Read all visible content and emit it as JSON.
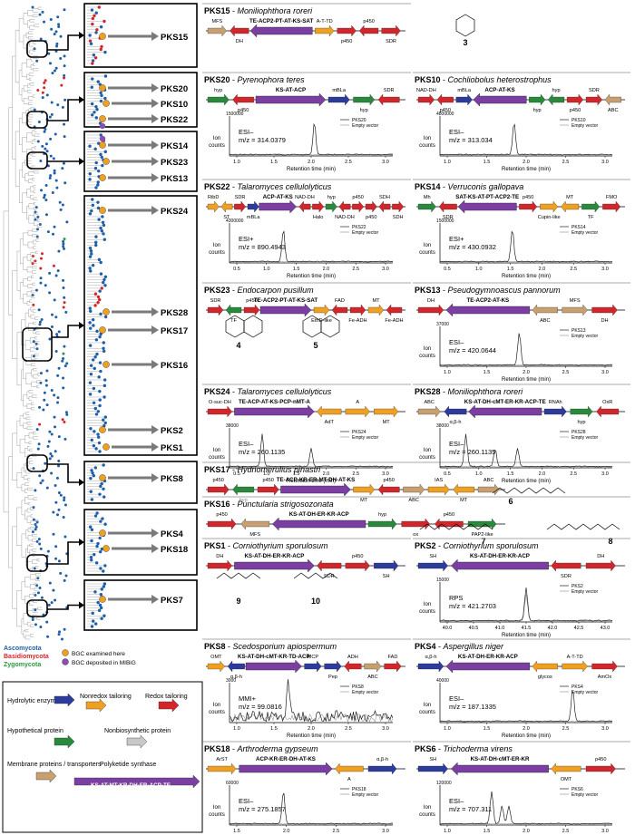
{
  "colors": {
    "hydrolytic": "#2c3b9c",
    "nonredox": "#f0a020",
    "redox": "#d3262b",
    "hypothetical": "#2a8a3c",
    "nonbiosynthetic": "#c8c8c8",
    "membrane": "#c8a070",
    "pks": "#7a3fa0",
    "ascomycota": "#1f5fa8",
    "basidiomycota": "#d3262b",
    "zygomycota": "#2a9a3c",
    "bgc_here": "#f0a020",
    "bgc_mibig": "#8a4fb0",
    "trace_sample": "#222222",
    "trace_empty": "#9a9a9a"
  },
  "tree": {
    "phyla": [
      "Ascomycota",
      "Basidiomycota",
      "Zygomycota"
    ],
    "markers": [
      {
        "label": "BGC examined here",
        "icon": "orange-circle"
      },
      {
        "label": "BGC deposited in MIBiG",
        "icon": "purple-circle"
      }
    ],
    "insets": [
      {
        "labels": [
          "PKS15"
        ]
      },
      {
        "labels": [
          "PKS20",
          "PKS10",
          "PKS22"
        ]
      },
      {
        "labels": [
          "PKS14",
          "PKS23",
          "PKS13"
        ]
      },
      {
        "labels": [
          "PKS24",
          "PKS28",
          "PKS17",
          "PKS16",
          "PKS2",
          "PKS1"
        ]
      },
      {
        "labels": [
          "PKS8"
        ]
      },
      {
        "labels": [
          "PKS4",
          "PKS18"
        ]
      },
      {
        "labels": [
          "PKS7"
        ]
      }
    ]
  },
  "legend": {
    "items": [
      {
        "label": "Hydrolytic enzyme",
        "color": "hydrolytic"
      },
      {
        "label": "Nonredox tailoring",
        "color": "nonredox"
      },
      {
        "label": "Redox tailoring",
        "color": "redox"
      },
      {
        "label": "Hypothetical protein",
        "color": "hypothetical"
      },
      {
        "label": "Nonbiosynthetic protein",
        "color": "nonbiosynthetic"
      },
      {
        "label": "Membrane proteins / transporters",
        "color": "membrane"
      },
      {
        "label": "Polyketide synthase",
        "color": "pks",
        "domains": "KS-AT-MT-KR-DH-ER-ACP-TE"
      }
    ]
  },
  "chromatogram_legend": {
    "empty": "Empty vector"
  },
  "panels": [
    {
      "id": "PKS15",
      "species": "Moniliophthora roreri",
      "domain": "TE-ACP2-PT-AT-KS-SAT",
      "genes": [
        "MFS",
        "DH",
        "A-T-TD",
        "p450",
        "p450",
        "SDR"
      ],
      "compound": "3"
    },
    {
      "id": "PKS20",
      "species": "Pyrenophora teres",
      "domain": "KS-AT-ACP",
      "genes": [
        "hyp",
        "p450",
        "mBLa",
        "hyp",
        "SDR"
      ],
      "ion": "ESI–",
      "mz": "m/z = 314.0379",
      "ymax": "1500000",
      "xticks": [
        "1.0",
        "1.5",
        "2.0",
        "2.5",
        "3.0"
      ]
    },
    {
      "id": "PKS10",
      "species": "Cochliobolus heterostrophus",
      "domain": "ACP-AT-KS",
      "genes": [
        "NAD-DH",
        "p450",
        "mBLa",
        "hyp",
        "hyp",
        "p450",
        "SDR",
        "ABC"
      ],
      "ion": "ESI–",
      "mz": "m/z = 313.034",
      "ymax": "4800000",
      "xticks": [
        "1.0",
        "1.5",
        "2.0",
        "2.5",
        "3.0"
      ]
    },
    {
      "id": "PKS22",
      "species": "Talaromyces cellulolyticus",
      "domain": "ACP-AT-KS",
      "genes": [
        "RibD",
        "ST",
        "SDR",
        "mBLa",
        "NAD-DH",
        "Halo",
        "hyp",
        "NAD-DH",
        "p450",
        "p450",
        "SDH",
        "SDH"
      ],
      "ion": "ESI+",
      "mz": "m/z = 890.4943",
      "ymax": "4300000",
      "xticks": [
        "0.5",
        "1.0",
        "1.5",
        "2.0",
        "2.5",
        "3.0"
      ]
    },
    {
      "id": "PKS14",
      "species": "Verruconis gallopava",
      "domain": "SAT-KS-AT-PT-ACP2-TE",
      "genes": [
        "Mh",
        "SDR",
        "p450",
        "Cupin-like",
        "MT",
        "TF",
        "FMO"
      ],
      "ion": "ESI+",
      "mz": "m/z = 430.0932",
      "ymax": "1500000",
      "xticks": [
        "0.5",
        "1.0",
        "1.5",
        "2.0",
        "2.5",
        "3.0"
      ]
    },
    {
      "id": "PKS23",
      "species": "Endocarpon pusillum",
      "domain": "TE-ACP2-PT-AT-KS-SAT",
      "genes": [
        "SDR",
        "TF",
        "p450",
        "EthD-like",
        "FAD",
        "Fe-ADH",
        "MT",
        "Fe-ADH"
      ],
      "compounds": [
        "4",
        "5"
      ]
    },
    {
      "id": "PKS13",
      "species": "Pseudogymnoascus pannorum",
      "domain": "TE-ACP2-AT-KS",
      "genes": [
        "DH",
        "ABC",
        "MFS",
        "DH"
      ],
      "ion": "ESI–",
      "mz": "m/z = 420.0644",
      "ymax": "37000",
      "xticks": [
        "1.0",
        "1.5",
        "2.0",
        "2.5",
        "3.0"
      ]
    },
    {
      "id": "PKS24",
      "species": "Talaromyces cellulolyticus",
      "domain": "TE-ACP-AT-KS-PCP-nMT-A",
      "genes": [
        "O-suc-DH",
        "AdT",
        "A",
        "MT"
      ],
      "ion": "ESI–",
      "mz": "m/z = 260.1135",
      "ymax": "38000",
      "xticks": [
        "0.5",
        "1.0",
        "1.5",
        "2.0",
        "2.5",
        "3.0"
      ]
    },
    {
      "id": "PKS28",
      "species": "Moniliophthora roreri",
      "domain": "KS-AT-DH-cMT-ER-KR-ACP-TE",
      "genes": [
        "ABC",
        "α,β-h",
        "RNAh",
        "hyp",
        "OxR"
      ],
      "ion": "ESI–",
      "mz": "m/z = 260.1135",
      "ymax": "38000",
      "xticks": [
        "0.5",
        "1.0",
        "1.5",
        "2.0",
        "2.5",
        "3.0"
      ]
    },
    {
      "id": "PKS17",
      "species": "Hydnomerulius pinastri",
      "domain": "TE-ACP-KR-ER-MT-DH-AT-KS",
      "genes": [
        "p450",
        "hyp",
        "p450",
        "MT",
        "p450",
        "ABC",
        "IAS",
        "MT",
        "ABC"
      ],
      "compound": "6"
    },
    {
      "id": "PKS16",
      "species": "Punctularia strigosozonata",
      "domain": "KS-AT-DH-ER-KR-ACP",
      "genes": [
        "p450",
        "MFS",
        "hyp",
        "ox",
        "p450",
        "PAP2-like"
      ],
      "compounds": [
        "7",
        "8"
      ]
    },
    {
      "id": "PKS1",
      "species": "Corniothyrium sporulosum",
      "domain": "KS-AT-DH-ER-KR-ACP",
      "genes": [
        "DH",
        "SDR",
        "p450",
        "SH"
      ],
      "compounds": [
        "9",
        "10"
      ]
    },
    {
      "id": "PKS2",
      "species": "Corniothyrium sporulosum",
      "domain": "KS-AT-DH-ER-KR-ACP",
      "genes": [
        "SH",
        "SDR",
        "DH"
      ],
      "ion": "RPS",
      "mz": "m/z = 421.2703",
      "ymax": "15000",
      "xticks": [
        "40.0",
        "40.5",
        "41.0",
        "41.5",
        "42.0",
        "42.5",
        "43.0"
      ]
    },
    {
      "id": "PKS8",
      "species": "Scedosporium apiospermum",
      "domain": "KS-AT-DH-cMT-KR-TD-ACP",
      "genes": [
        "OMT",
        "α,β-h",
        "MCP",
        "Pep",
        "ADH",
        "ABC",
        "FAD"
      ],
      "ion": "MMI+",
      "mz": "m/z = 99.0816",
      "ymax": "3000",
      "xticks": [
        "1.0",
        "1.5",
        "2.0",
        "2.5",
        "3.0"
      ]
    },
    {
      "id": "PKS4",
      "species": "Aspergillus niger",
      "domain": "KS-AT-DH-ER-KR-ACP",
      "genes": [
        "α,β-h",
        "glycos",
        "A-T-TD",
        "AmOx"
      ],
      "ion": "ESI–",
      "mz": "m/z = 187.1335",
      "ymax": "40000",
      "xticks": [
        "1.0",
        "1.5",
        "2.0",
        "2.5",
        "3.0"
      ]
    },
    {
      "id": "PKS18",
      "species": "Arthroderma gypseum",
      "domain": "ACP-KR-ER-DH-AT-KS",
      "genes": [
        "ArST",
        "A",
        "α,β-h"
      ],
      "ion": "ESI–",
      "mz": "m/z = 275.1857",
      "ymax": "60000",
      "xticks": [
        "1.5",
        "2.0",
        "2.5",
        "3.0"
      ]
    },
    {
      "id": "PKS6",
      "species": "Trichoderma virens",
      "domain": "KS-AT-DH-cMT-ER-KR",
      "genes": [
        "SH",
        "OMT",
        "p450"
      ],
      "ion": "ESI–",
      "mz": "m/z = 707.311",
      "ymax": "120000",
      "xticks": [
        "1.0",
        "1.5",
        "2.0",
        "2.5",
        "3.0"
      ]
    }
  ],
  "axes": {
    "xlabel": "Retention time (min)",
    "ylabel1": "Ion",
    "ylabel2": "counts"
  }
}
